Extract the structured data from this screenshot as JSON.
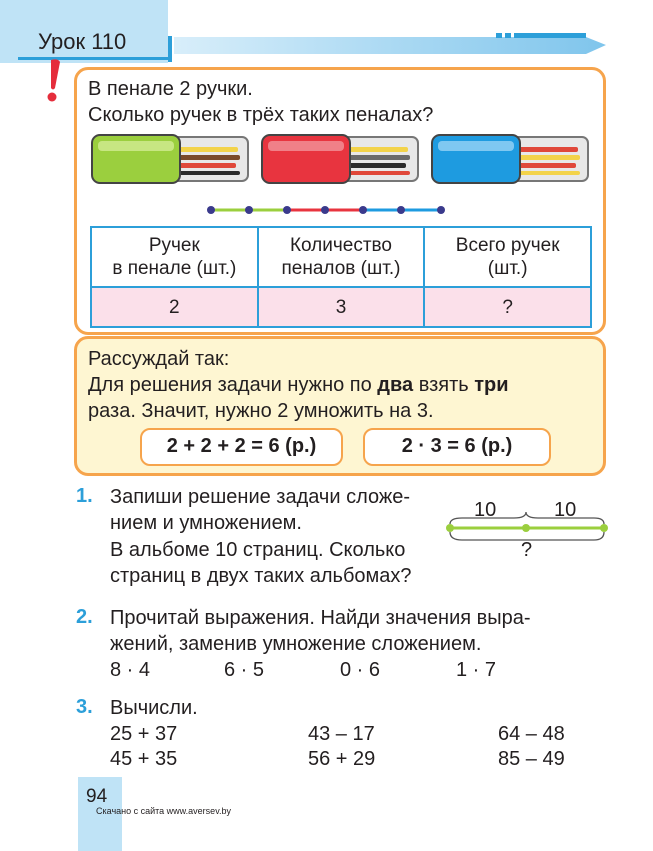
{
  "header": {
    "lesson_title": "Урок 110"
  },
  "problem": {
    "line1": "В пенале 2 ручки.",
    "line2": "Сколько ручек в трёх таких пеналах?",
    "table": {
      "headers": [
        [
          "Ручек",
          "в пенале (шт.)"
        ],
        [
          "Количество",
          "пеналов (шт.)"
        ],
        [
          "Всего ручек",
          "(шт.)"
        ]
      ],
      "values": [
        "2",
        "3",
        "?"
      ]
    }
  },
  "reasoning": {
    "title": "Рассуждай так:",
    "line1_part1": "Для решения задачи нужно по ",
    "line1_bold1": "два",
    "line1_part2": " взять ",
    "line1_bold2": "три",
    "line2": "раза. Значит, нужно 2 умножить на 3.",
    "eq_addition": "2 + 2 + 2 = 6 (р.)",
    "eq_multiplication": "2 · 3 = 6 (р.)"
  },
  "task1": {
    "number": "1.",
    "lines": [
      "Запиши решение задачи сложе-",
      "нием и умножением.",
      "В альбоме 10 страниц. Сколько",
      "страниц в двух таких альбомах?"
    ],
    "diagram": {
      "left_label": "10",
      "right_label": "10",
      "total_label": "?"
    }
  },
  "task2": {
    "number": "2.",
    "lines": [
      "Прочитай выражения. Найди значения выра-",
      "жений, заменив умножение сложением."
    ],
    "expressions": [
      "8 · 4",
      "6 · 5",
      "0 · 6",
      "1 · 7"
    ]
  },
  "task3": {
    "number": "3.",
    "title": "Вычисли.",
    "rows": [
      [
        "25 + 37",
        "43 – 17",
        "64 – 48"
      ],
      [
        "45 + 35",
        "56 + 29",
        "85 – 49"
      ]
    ]
  },
  "footer": {
    "page_number": "94",
    "credit": "Скачано с сайта www.aversev.by"
  },
  "colors": {
    "blue": "#2c9fd9",
    "orange": "#f6a44c",
    "light_blue": "#bfe3f6",
    "pink": "#fbe0ea",
    "cream": "#fef6d2",
    "red": "#e52d3c"
  }
}
